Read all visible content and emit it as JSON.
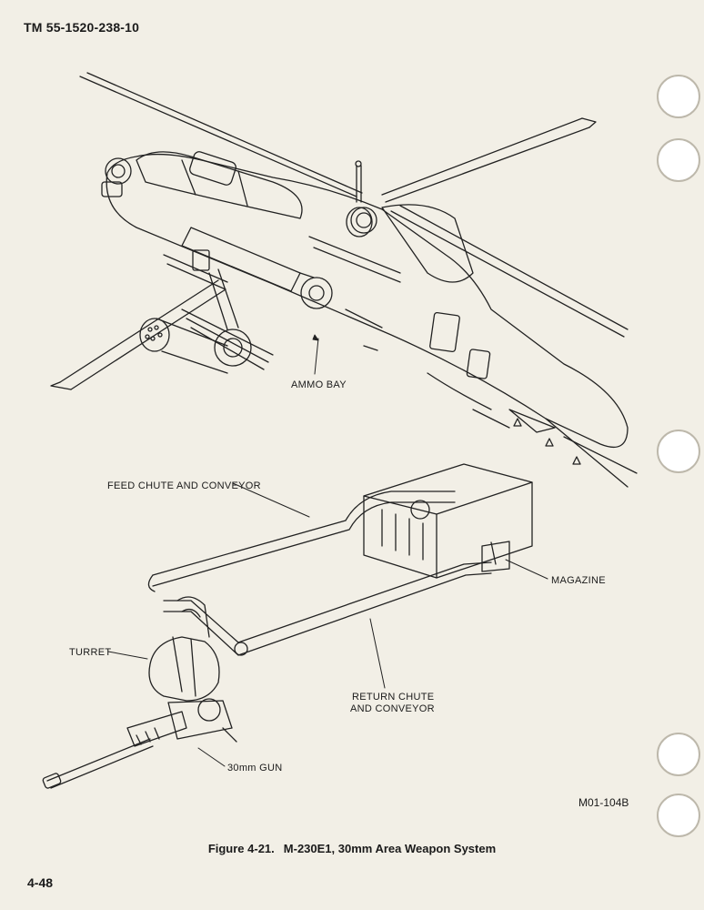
{
  "header": {
    "document_id": "TM 55-1520-238-10"
  },
  "figure": {
    "number": "Figure 4-21.",
    "title": "M-230E1, 30mm Area Weapon System",
    "code": "M01-104B",
    "callouts": {
      "ammo_bay": "AMMO BAY",
      "feed_chute": "FEED CHUTE AND CONVEYOR",
      "magazine": "MAGAZINE",
      "turret": "TURRET",
      "return_chute_line1": "RETURN CHUTE",
      "return_chute_line2": "AND CONVEYOR",
      "gun": "30mm GUN"
    }
  },
  "footer": {
    "page_number": "4-48"
  },
  "binder_holes": [
    "binder-hole",
    "binder-hole",
    "binder-hole",
    "binder-hole",
    "binder-hole"
  ]
}
